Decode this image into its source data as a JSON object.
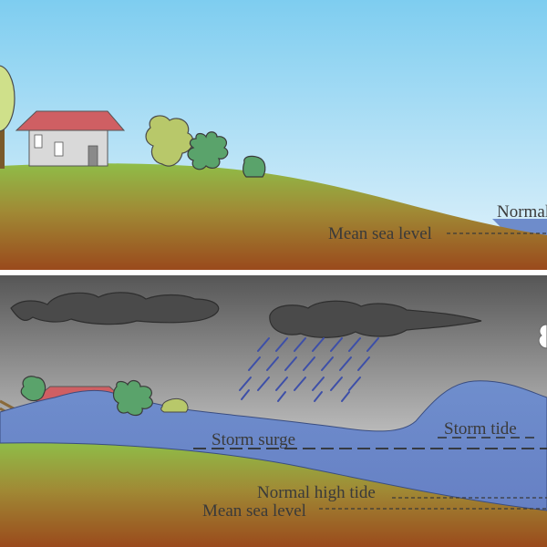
{
  "panels": {
    "normal": {
      "labels": {
        "normal_high_tide": "Normal high tide",
        "mean_sea_level": "Mean sea level"
      }
    },
    "storm": {
      "labels": {
        "storm_surge": "Storm surge",
        "storm_tide": "Storm tide",
        "normal_high_tide": "Normal high tide",
        "mean_sea_level": "Mean sea level"
      }
    }
  },
  "colors": {
    "sky_top": "#7ecdf0",
    "sky_bottom": "#e2f2fb",
    "storm_sky_top": "#5a5a5a",
    "storm_sky_bottom": "#ffffff",
    "grass": "#8fbd48",
    "soil": "#9a4f1f",
    "water": "#6e8ccb",
    "cloud": "#4a4a4a",
    "rain": "#3d4fa8",
    "roof": "#cf5f63",
    "wall": "#d9d9d9",
    "tree_light": "#b8c86a",
    "tree_green": "#5aa36b",
    "divider": "#ffffff"
  }
}
